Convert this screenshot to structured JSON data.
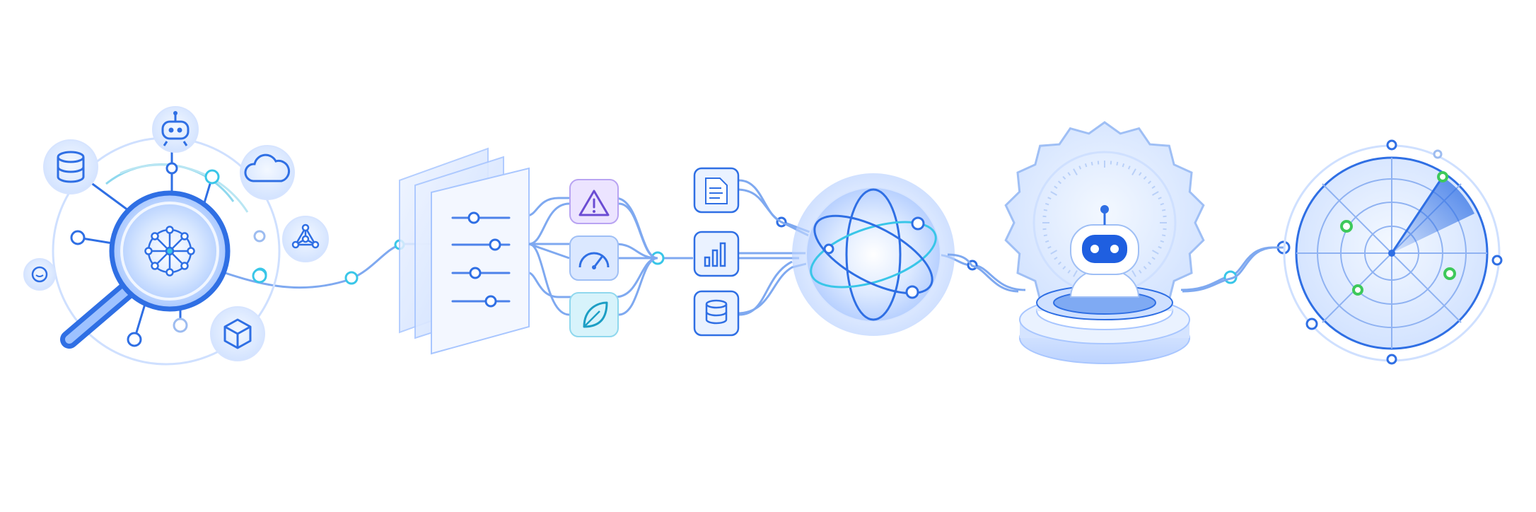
{
  "colors": {
    "primary": "#2f6fe4",
    "light": "#cfe0ff",
    "pale": "#e9f1ff",
    "cyan": "#39c6e8",
    "green": "#3dc95a",
    "amber": "#7a5bd6"
  },
  "stages": [
    {
      "id": "discovery",
      "icons": [
        "database-icon",
        "robot-icon",
        "cloud-icon",
        "network-icon",
        "cube-icon",
        "chat-icon",
        "magnifier-icon",
        "neural-net-icon"
      ]
    },
    {
      "id": "configuration",
      "icons": [
        "document-stack-icon",
        "slider-icon",
        "warning-icon",
        "gauge-icon",
        "leaf-icon"
      ]
    },
    {
      "id": "processing",
      "icons": [
        "document-icon",
        "bar-chart-icon",
        "database-icon",
        "atom-orb-icon"
      ]
    },
    {
      "id": "agent",
      "icons": [
        "robot-icon",
        "badge-icon",
        "pedestal-icon"
      ]
    },
    {
      "id": "monitoring",
      "icons": [
        "radar-icon"
      ]
    }
  ]
}
